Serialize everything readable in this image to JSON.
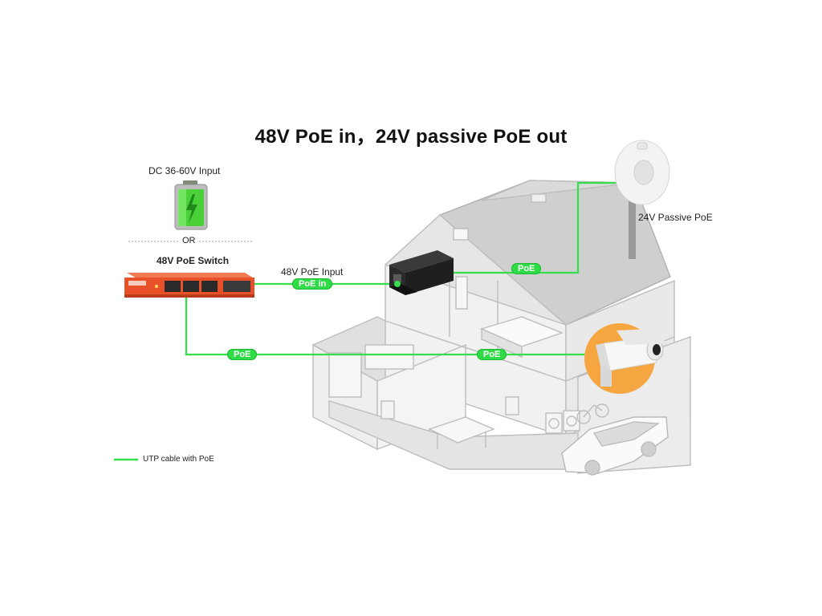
{
  "title": "48V  PoE in，24V passive PoE out",
  "labels": {
    "dc_input": "DC 36-60V Input",
    "or": "OR",
    "poe_switch": "48V PoE Switch",
    "poe_input": "48V PoE Input",
    "passive_out": "24V Passive PoE",
    "legend": "UTP cable with PoE"
  },
  "pills": {
    "poe_in": "PoE in",
    "poe_top": "PoE",
    "poe_left": "PoE",
    "poe_mid": "PoE"
  },
  "colors": {
    "cable": "#33e04b",
    "switch_body": "#e8502a",
    "device_body": "#1f1f1f",
    "camera_halo": "#f5a640"
  },
  "icons": [
    "battery-icon",
    "poe-switch-icon",
    "poe-converter-icon",
    "antenna-icon",
    "camera-icon",
    "house-icon"
  ]
}
